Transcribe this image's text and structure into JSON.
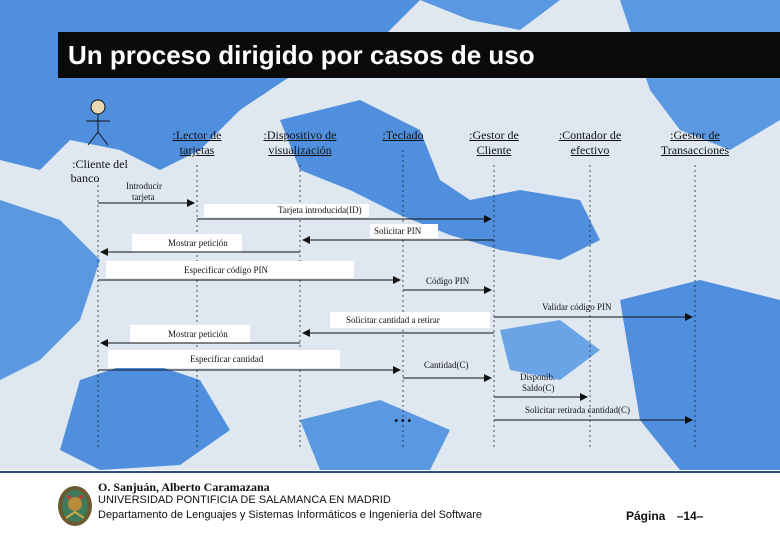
{
  "slide": {
    "title": "Un proceso dirigido por casos de uso"
  },
  "actor": {
    "label_line1": ":Cliente del",
    "label_line2": "banco"
  },
  "objects": {
    "lector_line1": ":Lector de",
    "lector_line2": "tarjetas",
    "dispositivo_line1": ":Dispositivo de",
    "dispositivo_line2": "visualización",
    "teclado": ":Teclado",
    "gestor_cliente_line1": ":Gestor de",
    "gestor_cliente_line2": "Cliente",
    "contador_line1": ":Contador de",
    "contador_line2": "efectivo",
    "gestor_trans_line1": ":Gestor de",
    "gestor_trans_line2": "Transacciones"
  },
  "messages": {
    "introducir_line1": "Introducir",
    "introducir_line2": "tarjeta",
    "tarjeta_introducida": "Tarjeta introducida(ID)",
    "solicitar_pin": "Solicitar PIN",
    "mostrar_peticion_1": "Mostrar petición",
    "especificar_pin": "Especificar código PIN",
    "codigo_pin": "Código PIN",
    "validar_pin": "Validar código PIN",
    "solicitar_cantidad": "Solicitar cantidad a retirar",
    "mostrar_peticion_2": "Mostrar petición",
    "especificar_cantidad": "Especificar cantidad",
    "cantidad": "Cantidad(C)",
    "disponib_line1": "Disponib.",
    "disponib_line2": "Saldo(C)",
    "solicitar_retirada": "Solicitar retirada cantidad(C)",
    "ellipsis": "..."
  },
  "footer": {
    "author": "O. Sanjuán, Alberto Caramazana",
    "university": "UNIVERSIDAD PONTIFICIA DE SALAMANCA EN MADRID",
    "department": "Departamento de Lenguajes y Sistemas Informáticos e Ingeniería del Software",
    "page_label": "Página",
    "page_number": "–14–"
  },
  "colors": {
    "map_blue": "#4f8fdd",
    "land": "#d9e4ee",
    "title_bg": "#0a0a0a",
    "footer_rule": "#2b4f86"
  }
}
